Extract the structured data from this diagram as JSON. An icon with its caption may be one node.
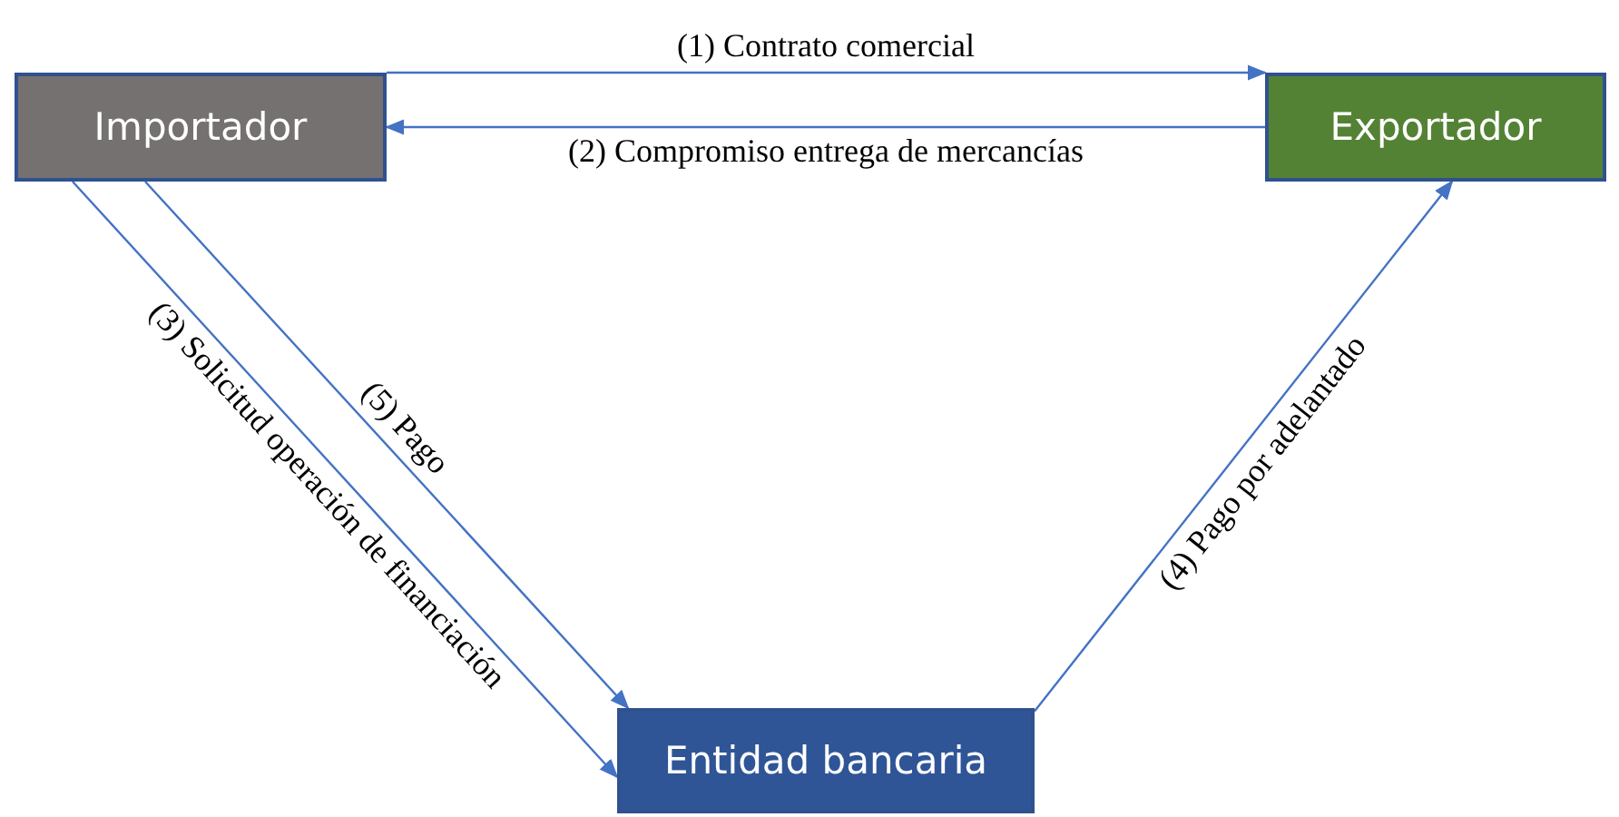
{
  "diagram": {
    "nodes": [
      {
        "text": [
          "Importador"
        ]
      },
      {
        "text": [
          "Exportador"
        ]
      },
      {
        "text": [
          "Entidad bancaria"
        ]
      }
    ],
    "edges": [
      {
        "from": 0,
        "to": 1,
        "arrow": "to",
        "label": "(1) Contrato comercial"
      },
      {
        "from": 1,
        "to": 0,
        "arrow": "to",
        "label": "(2) Compromiso entrega de mercancías"
      },
      {
        "from": 0,
        "to": 2,
        "arrow": "to",
        "label": "(3) Solicitud operación de financiación"
      },
      {
        "from": 0,
        "to": 2,
        "arrow": "to",
        "label": "(5) Pago"
      },
      {
        "from": 2,
        "to": 1,
        "arrow": "to",
        "label": "(4) Pago por adelantado"
      }
    ]
  }
}
